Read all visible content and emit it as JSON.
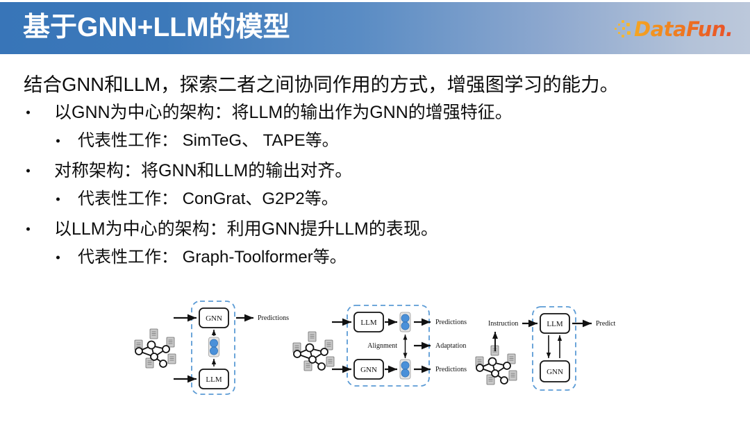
{
  "slide": {
    "title": "基于GNN+LLM的模型",
    "brand": {
      "name": "DataFun.",
      "accent_start": "#F5A623",
      "accent_end": "#E8502A",
      "dots_color": "#F5B731"
    },
    "header": {
      "gradient_start": "#3875B8",
      "gradient_end": "#BCC8DB"
    }
  },
  "body": {
    "lead": "结合GNN和LLM，探索二者之间协同作用的方式，增强图学习的能力。",
    "bullets": [
      {
        "level": 1,
        "text": "以GNN为中心的架构：将LLM的输出作为GNN的增强特征。"
      },
      {
        "level": 2,
        "text": "代表性工作： SimTeG、 TAPE等。"
      },
      {
        "level": 1,
        "text": "对称架构：将GNN和LLM的输出对齐。"
      },
      {
        "level": 2,
        "text": "代表性工作： ConGrat、G2P2等。"
      },
      {
        "level": 1,
        "text": "以LLM为中心的架构：利用GNN提升LLM的表现。"
      },
      {
        "level": 2,
        "text": "代表性工作： Graph-Toolformer等。"
      }
    ]
  },
  "diagram": {
    "accent_dashed": "#5B9BD5",
    "node_blue": "#4A90D9",
    "panels": [
      {
        "id": "gnn-centric",
        "boxes": [
          "GNN",
          "LLM"
        ],
        "outputs": [
          "Predictions"
        ],
        "inputs": []
      },
      {
        "id": "symmetric",
        "boxes": [
          "LLM",
          "GNN"
        ],
        "outputs": [
          "Predictions",
          "Adaptation",
          "Predictions"
        ],
        "inner_label": "Alignment",
        "inputs": []
      },
      {
        "id": "llm-centric",
        "boxes": [
          "LLM",
          "GNN"
        ],
        "outputs": [
          "Predict"
        ],
        "inputs": [
          "Instruction"
        ]
      }
    ]
  }
}
